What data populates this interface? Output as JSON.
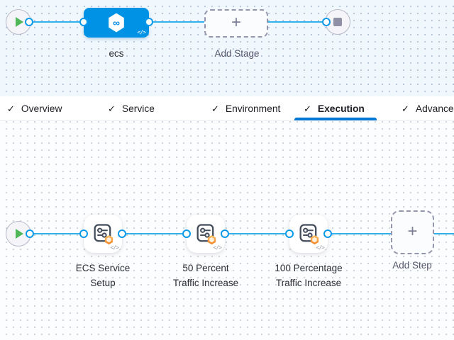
{
  "colors": {
    "stage_node_bg": "#0092e4",
    "connector_line": "#33b1ea",
    "port_ring": "#0b99e8",
    "active_tab_underline": "#0278d5",
    "play_green": "#4fb75a",
    "stop_gray": "#8f90a5",
    "dashed_border": "#9496ae",
    "badge_orange": "#f08222"
  },
  "icons": {
    "check": "✓",
    "plus": "+",
    "code": "</>",
    "infinity": "∞"
  },
  "stage_section": {
    "stage_name": "ecs",
    "add_stage_label": "Add Stage"
  },
  "tabs": [
    {
      "label": "Overview",
      "checked": true,
      "active": false
    },
    {
      "label": "Service",
      "checked": true,
      "active": false
    },
    {
      "label": "Environment",
      "checked": true,
      "active": false
    },
    {
      "label": "Execution",
      "checked": true,
      "active": true
    },
    {
      "label": "Advanced",
      "checked": true,
      "active": false
    }
  ],
  "execution_section": {
    "steps": [
      {
        "name": "ECS Service Setup",
        "label_lines": [
          "ECS Service",
          "Setup"
        ]
      },
      {
        "name": "50 Percent Traffic Increase",
        "label_lines": [
          "50 Percent",
          "Traffic Increase"
        ]
      },
      {
        "name": "100 Percentage Traffic Increase",
        "label_lines": [
          "100 Percentage",
          "Traffic Increase"
        ]
      }
    ],
    "add_step_label": "Add Step"
  }
}
